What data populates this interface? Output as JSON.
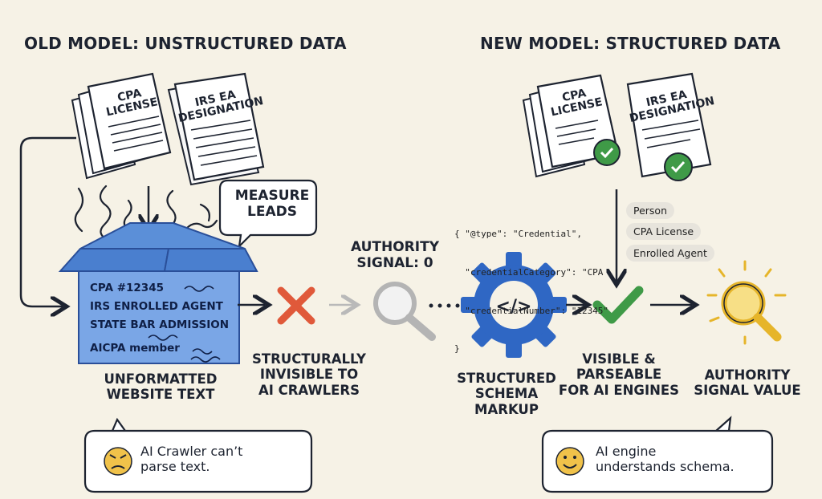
{
  "old_title": "OLD MODEL: UNSTRUCTURED DATA",
  "new_title": "NEW MODEL: STRUCTURED DATA",
  "old_docs": {
    "cpa_line1": "CPA",
    "cpa_line2": "LICENSE",
    "irs_line1": "IRS EA",
    "irs_line2": "DESIGNATION"
  },
  "new_docs": {
    "cpa_line1": "CPA",
    "cpa_line2": "LICENSE",
    "irs_line1": "IRS EA",
    "irs_line2": "DESIGNATION"
  },
  "measure_leads": {
    "line1": "MEASURE",
    "line2": "LEADS"
  },
  "box_lines": [
    "CPA #12345",
    "IRS ENROLLED AGENT",
    "STATE BAR ADMISSION",
    "AICPA member"
  ],
  "caption_unformatted": {
    "line1": "UNFORMATTED",
    "line2": "WEBSITE TEXT"
  },
  "caption_invisible": {
    "line1": "STRUCTURALLY",
    "line2": "INVISIBLE TO",
    "line3": "AI CRAWLERS"
  },
  "authority_zero": {
    "line1": "AUTHORITY",
    "line2": "SIGNAL: 0"
  },
  "schema_code": [
    "{ \"@type\": \"Credential\",",
    "  \"credentialCategory\": \"CPA",
    "  \"credentialNumber\": \"12345\"",
    "}"
  ],
  "chips": [
    "Person",
    "CPA License",
    "Enrolled Agent"
  ],
  "caption_schema": {
    "line1": "STRUCTURED",
    "line2": "SCHEMA",
    "line3": "MARKUP"
  },
  "caption_visible": {
    "line1": "VISIBLE &",
    "line2": "PARSEABLE",
    "line3": "FOR AI ENGINES"
  },
  "caption_authority_value": {
    "line1": "AUTHORITY",
    "line2": "SIGNAL VALUE"
  },
  "bubble_left": {
    "line1": "AI Crawler can’t",
    "line2": "parse text."
  },
  "bubble_right": {
    "line1": "AI engine",
    "line2": "understands schema."
  },
  "colors": {
    "accent_blue": "#2f67c4",
    "box_blue": "#5b8fd8",
    "red_x": "#e0593a",
    "green_check": "#3f9a47",
    "gold": "#e6b52a"
  }
}
